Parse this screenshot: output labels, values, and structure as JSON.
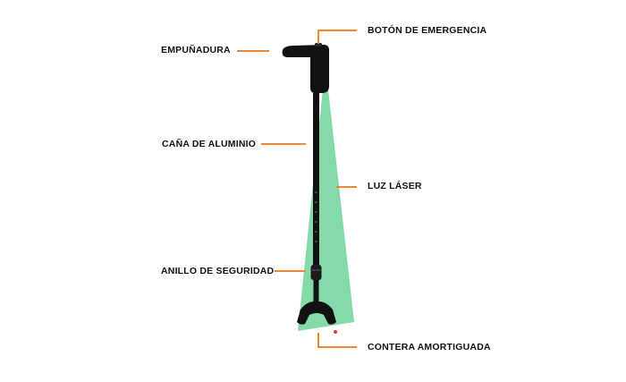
{
  "labels": {
    "emergency_button": "BOTÓN DE EMERGENCIA",
    "handle": "EMPUÑADURA",
    "aluminum_shaft": "CAÑA DE ALUMINIO",
    "laser_light": "LUZ LÁSER",
    "safety_ring": "ANILLO DE SEGURIDAD",
    "cushioned_tip": "CONTERA AMORTIGUADA"
  },
  "colors": {
    "leader": "#f0892e",
    "cane": "#111111",
    "laser_beam": "#6fd39a",
    "laser_dot": "#e53935",
    "text": "#111111"
  }
}
